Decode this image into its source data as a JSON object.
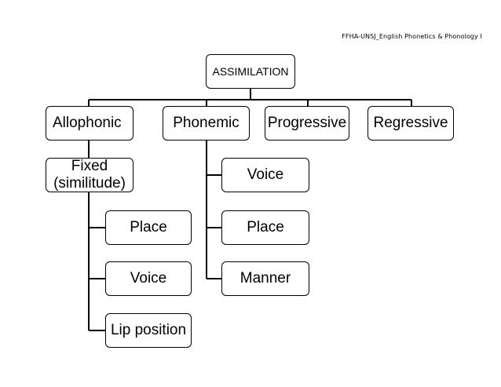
{
  "header": {
    "text": "FFHA-UNSJ_English Phonetics & Phonology I"
  },
  "root": {
    "label": "ASSIMILATION"
  },
  "level1": {
    "allophonic": "Allophonic",
    "phonemic": "Phonemic",
    "progressive": "Progressive",
    "regressive": "Regressive"
  },
  "allophonic_branch": {
    "fixed_line1": "Fixed",
    "fixed_line2": "(similitude)",
    "children": [
      "Place",
      "Voice",
      "Lip position"
    ]
  },
  "phonemic_branch": {
    "children": [
      "Voice",
      "Place",
      "Manner"
    ]
  }
}
